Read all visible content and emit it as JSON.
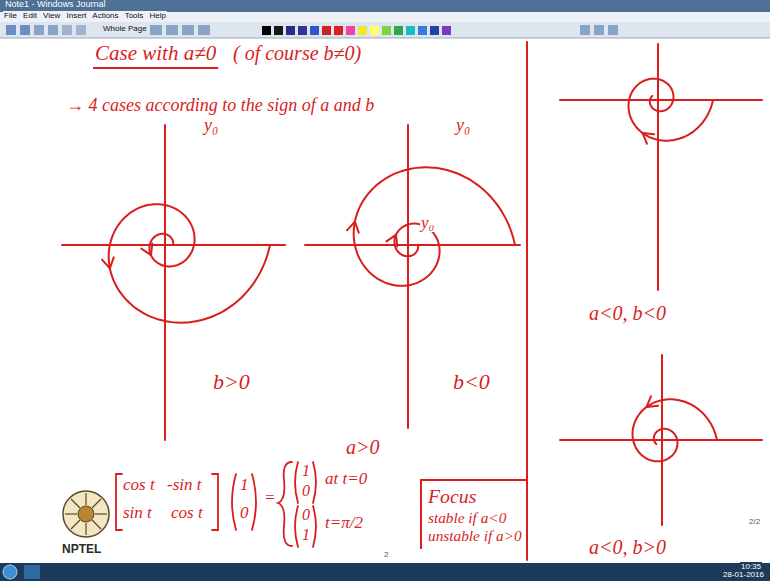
{
  "diagram": {
    "title": "Case with a≠0",
    "nodes": [
      {
        "text": [
          "Focus",
          "stable if a<0",
          "unstable if a>0"
        ]
      }
    ],
    "labels": [
      "Note1 - Windows Journal",
      "File Edit View Insert Actions Tools Help",
      "Whole Page",
      "( of course b≠0)",
      "→ 4 cases according to the sign of a and b",
      "y₀",
      "y₀",
      "y₀",
      "b>0",
      "b<0",
      "a>0",
      "cos t",
      "-sin t",
      "sin t",
      "cos t",
      "1",
      "0",
      "=",
      "1",
      "0",
      "at t=0",
      "0",
      "1",
      "t=π/2",
      "a<0, b<0",
      "a<0, b>0",
      "NPTEL",
      "2",
      "2/2",
      "10:35",
      "28-01-2016"
    ]
  }
}
